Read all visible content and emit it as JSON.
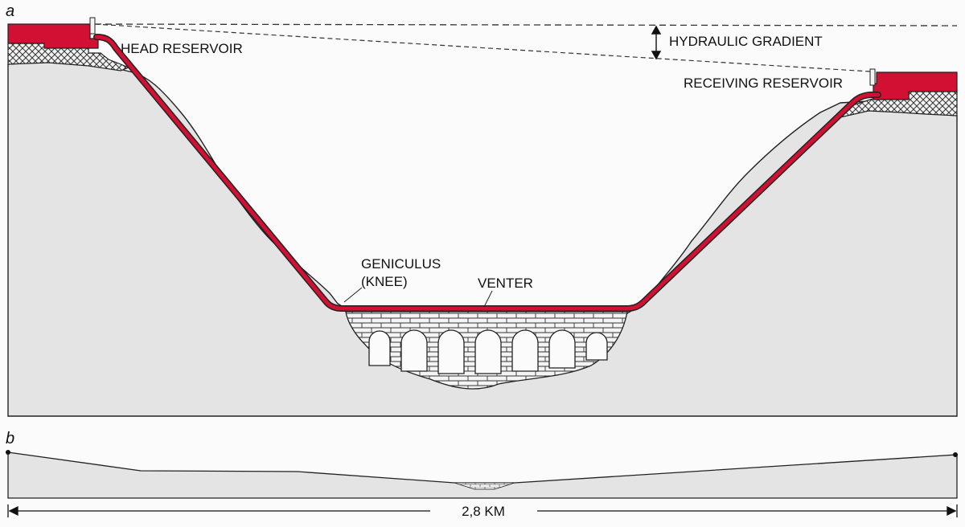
{
  "panels": {
    "a": {
      "letter": "a",
      "labels": {
        "head_reservoir": "HEAD RESERVOIR",
        "receiving_reservoir": "RECEIVING RESERVOIR",
        "hydraulic_gradient": "HYDRAULIC GRADIENT",
        "geniculus_line1": "GENICULUS",
        "geniculus_line2": "(KNEE)",
        "venter": "VENTER"
      }
    },
    "b": {
      "letter": "b",
      "scale_label": "2,8 KM"
    }
  },
  "colors": {
    "pipe": "#d21033",
    "reservoir": "#d21033",
    "ground": "#e4e4e4",
    "sky": "#fbfbfb",
    "outline": "#222222"
  }
}
